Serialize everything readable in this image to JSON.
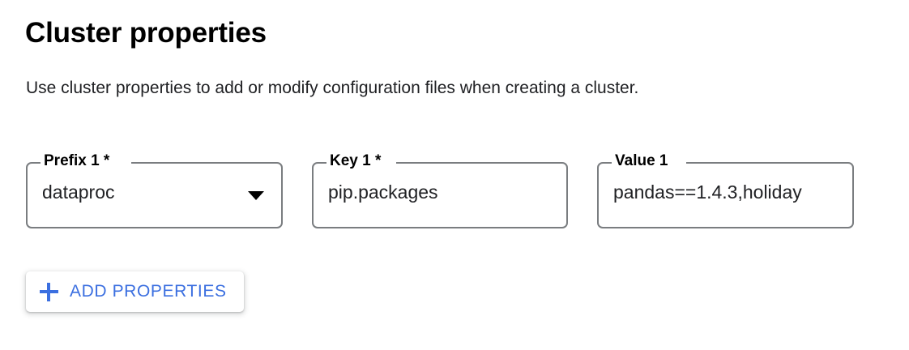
{
  "page": {
    "title": "Cluster properties",
    "description": "Use cluster properties to add or modify configuration files when creating a cluster."
  },
  "form": {
    "fields": [
      {
        "name": "prefix",
        "label": "Prefix 1 *",
        "value": "dataproc",
        "control": "select",
        "icon": "chevron-down-icon",
        "required": true
      },
      {
        "name": "key",
        "label": "Key 1 *",
        "value": "pip.packages",
        "control": "text",
        "required": true
      },
      {
        "name": "value",
        "label": "Value 1",
        "value": "pandas==1.4.3,holiday",
        "control": "text",
        "required": false
      }
    ]
  },
  "actions": {
    "add_properties_label": "ADD PROPERTIES",
    "add_properties_icon": "plus-icon"
  },
  "colors": {
    "accent_blue": "#3b6fe0",
    "text_primary": "#202124",
    "field_border": "#7a7d80",
    "background": "#ffffff"
  }
}
